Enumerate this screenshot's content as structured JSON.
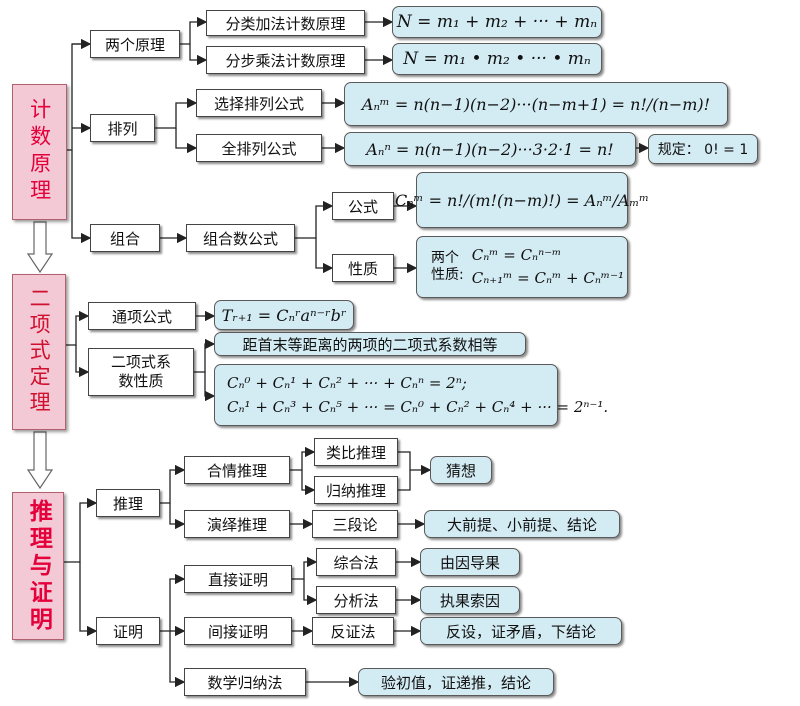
{
  "main_topics": {
    "counting": "计数原理",
    "binomial": "二项式定理",
    "reasoning": "推理与证明"
  },
  "counting": {
    "two_principles": "两个原理",
    "addition_principle": "分类加法计数原理",
    "addition_formula": "N = m₁ + m₂ + ··· + mₙ",
    "multiplication_principle": "分步乘法计数原理",
    "multiplication_formula": "N = m₁ • m₂ • ··· • mₙ",
    "permutation": "排列",
    "selection_perm_formula_label": "选择排列公式",
    "selection_perm_formula": "Aₙᵐ = n(n−1)(n−2)···(n−m+1) = n!/(n−m)!",
    "full_perm_formula_label": "全排列公式",
    "full_perm_formula": "Aₙⁿ = n(n−1)(n−2)···3·2·1 = n!",
    "convention": "规定： 0! = 1",
    "combination": "组合",
    "combination_formula_label": "组合数公式",
    "formula": "公式",
    "combination_formula": "Cₙᵐ = n!/(m!(n−m)!) = Aₙᵐ/Aₘᵐ",
    "property": "性质",
    "two_properties_label_1": "两个",
    "two_properties_label_2": "性质:",
    "property_1": "Cₙᵐ = Cₙⁿ⁻ᵐ",
    "property_2": "Cₙ₊₁ᵐ = Cₙᵐ + Cₙᵐ⁻¹"
  },
  "binomial": {
    "general_term": "通项公式",
    "general_term_formula": "Tᵣ₊₁ = Cₙʳaⁿ⁻ʳbʳ",
    "coef_props_line1": "二项式系",
    "coef_props_line2": "数性质",
    "equidistant": "距首末等距离的两项的二项式系数相等",
    "sum_formula_1": "Cₙ⁰ + Cₙ¹ + Cₙ² + ··· + Cₙⁿ = 2ⁿ;",
    "sum_formula_2": "Cₙ¹ + Cₙ³ + Cₙ⁵ + ··· = Cₙ⁰ + Cₙ² + Cₙ⁴ + ··· = 2ⁿ⁻¹."
  },
  "reasoning": {
    "inference": "推理",
    "plausible": "合情推理",
    "analogy": "类比推理",
    "induction": "归纳推理",
    "conjecture": "猜想",
    "deductive": "演绎推理",
    "syllogism": "三段论",
    "syllogism_desc": "大前提、小前提、结论",
    "proof": "证明",
    "direct_proof": "直接证明",
    "synthetic": "综合法",
    "synthetic_desc": "由因导果",
    "analytic": "分析法",
    "analytic_desc": "执果索因",
    "indirect_proof": "间接证明",
    "contradiction": "反证法",
    "contradiction_desc": "反设，证矛盾，下结论",
    "math_induction": "数学归纳法",
    "induction_desc": "验初值，证递推，结论"
  },
  "colors": {
    "pink_fill": "#f4c9d6",
    "blue_fill": "#d3ebf3",
    "red_title": "#e4003a"
  }
}
